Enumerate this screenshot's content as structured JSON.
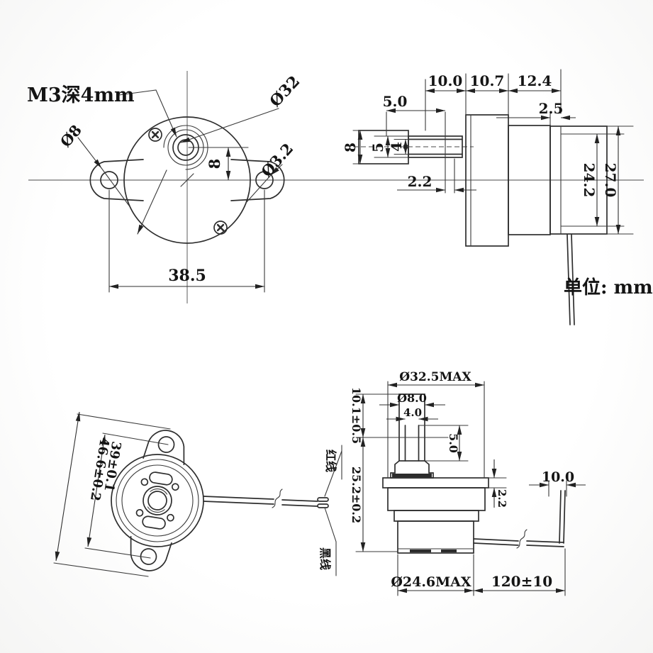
{
  "drawing": {
    "unit_note": "单位: mm",
    "front_view": {
      "tap_note": "M3深4mm",
      "body_dia": "Ø32",
      "left_hole_dia": "Ø8",
      "right_hole_dia": "Ø3.2",
      "shaft_offset": "8",
      "mount_span": "38.5"
    },
    "side_view": {
      "seg1": "10.0",
      "seg2": "10.7",
      "seg3": "12.4",
      "front_len": "5.0",
      "lip": "2.5",
      "step": "2.2",
      "shaft_d1": "8",
      "shaft_d2": "5",
      "shaft_d3": "4",
      "can_inner": "24.2",
      "can_outer": "27.0"
    },
    "back_view": {
      "ear_span": "46.6±0.2",
      "hole_span": "39±0.1",
      "wire_red": "红线",
      "wire_black": "黑线"
    },
    "shaft_view": {
      "max_dia": "Ø32.5MAX",
      "shaft_dia": "Ø8.0",
      "flat_width": "4.0",
      "shaft_len": "10.1±0.5",
      "flat_len": "5.0",
      "plate_t": "2.2",
      "body_len": "25.2±0.2",
      "tip_len": "10.0",
      "can_dia": "Ø24.6MAX",
      "wire_len": "120±10"
    }
  }
}
